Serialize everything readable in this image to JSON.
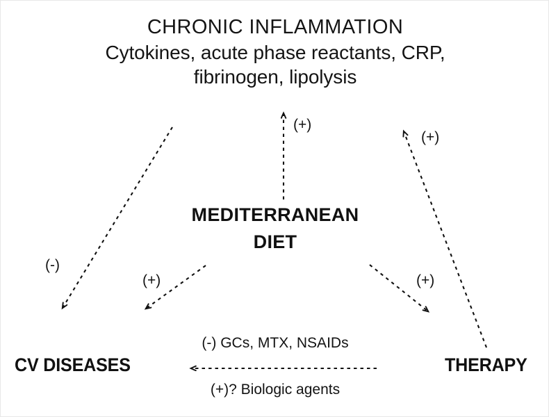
{
  "figure": {
    "title_block": {
      "line1": "CHRONIC INFLAMMATION",
      "line2": "Cytokines, acute phase reactants, CRP,",
      "line3": "fibrinogen, lipolysis"
    },
    "nodes": {
      "center_line1": "MEDITERRANEAN",
      "center_line2": "DIET",
      "bottom_left": "CV DISEASES",
      "bottom_right": "THERAPY"
    },
    "edge_labels": {
      "diet_to_inflammation": "(+)",
      "therapy_to_inflammation": "(+)",
      "inflammation_to_cv": "(-)",
      "diet_to_cv": "(+)",
      "diet_to_therapy": "(+)"
    },
    "captions": {
      "therapy_to_cv_above": "(-) GCs,  MTX, NSAIDs",
      "therapy_to_cv_below": "(+)? Biologic agents"
    },
    "colors": {
      "ink": "#111111",
      "background": "#ffffff",
      "frame": "#e8e8e8"
    }
  }
}
